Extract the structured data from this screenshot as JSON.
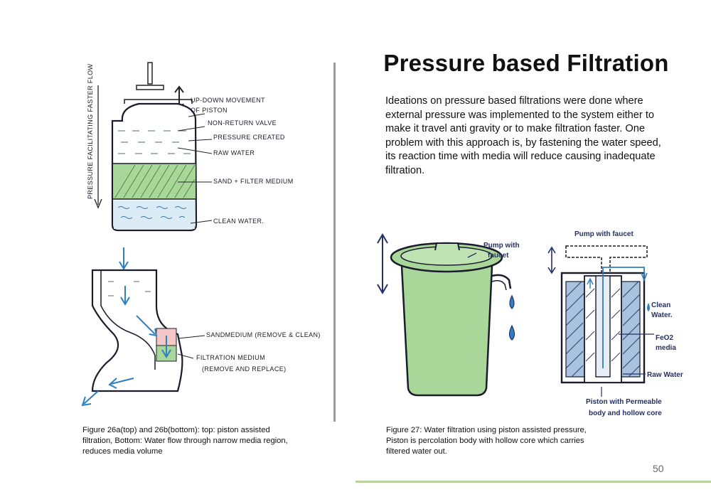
{
  "page": {
    "title": "Pressure based Filtration",
    "body": "Ideations on pressure based filtrations were done where external pressure was implemented to the system either to make it travel anti gravity or to make filtration faster. One problem with this approach is, by fastening the water speed, its reaction time with media will reduce causing inadequate filtration.",
    "page_number": "50"
  },
  "figure_left": {
    "caption": "Figure 26a(top) and 26b(bottom): top: piston assisted filtration, Bottom: Water flow through narrow media region, reduces media volume",
    "top_labels": {
      "updown": "UP-DOWN MOVEMENT",
      "updown2": "OF PISTON",
      "valve": "NON-RETURN VALVE",
      "pressure": "PRESSURE CREATED",
      "raw": "RAW WATER",
      "sand": "SAND + FILTER MEDIUM",
      "clean": "CLEAN WATER.",
      "side": "PRESSURE FACILITATING FASTER FLOW"
    },
    "bottom_labels": {
      "sand": "SANDMEDIUM (REMOVE & CLEAN)",
      "filtration": "FILTRATION MEDIUM",
      "filtration2": "(REMOVE AND REPLACE)"
    }
  },
  "figure_right": {
    "caption": "Figure 27: Water filtration using piston assisted pressure, Piston is percolation body with hollow core which carries filtered water out.",
    "labels": {
      "pump1": "Pump with",
      "pump2": "faucet",
      "pump_top": "Pump with faucet",
      "clean1": "Clean",
      "clean2": "Water.",
      "feo1": "FeO2",
      "feo2": "media",
      "raw": "Raw Water",
      "piston1": "Piston with Permeable",
      "piston2": "body and hollow core"
    }
  },
  "colors": {
    "media_green": "#a9d79a",
    "water_blue": "#2f7fc1",
    "ink": "#1b1b2b",
    "footer_green": "#b7d59a"
  }
}
